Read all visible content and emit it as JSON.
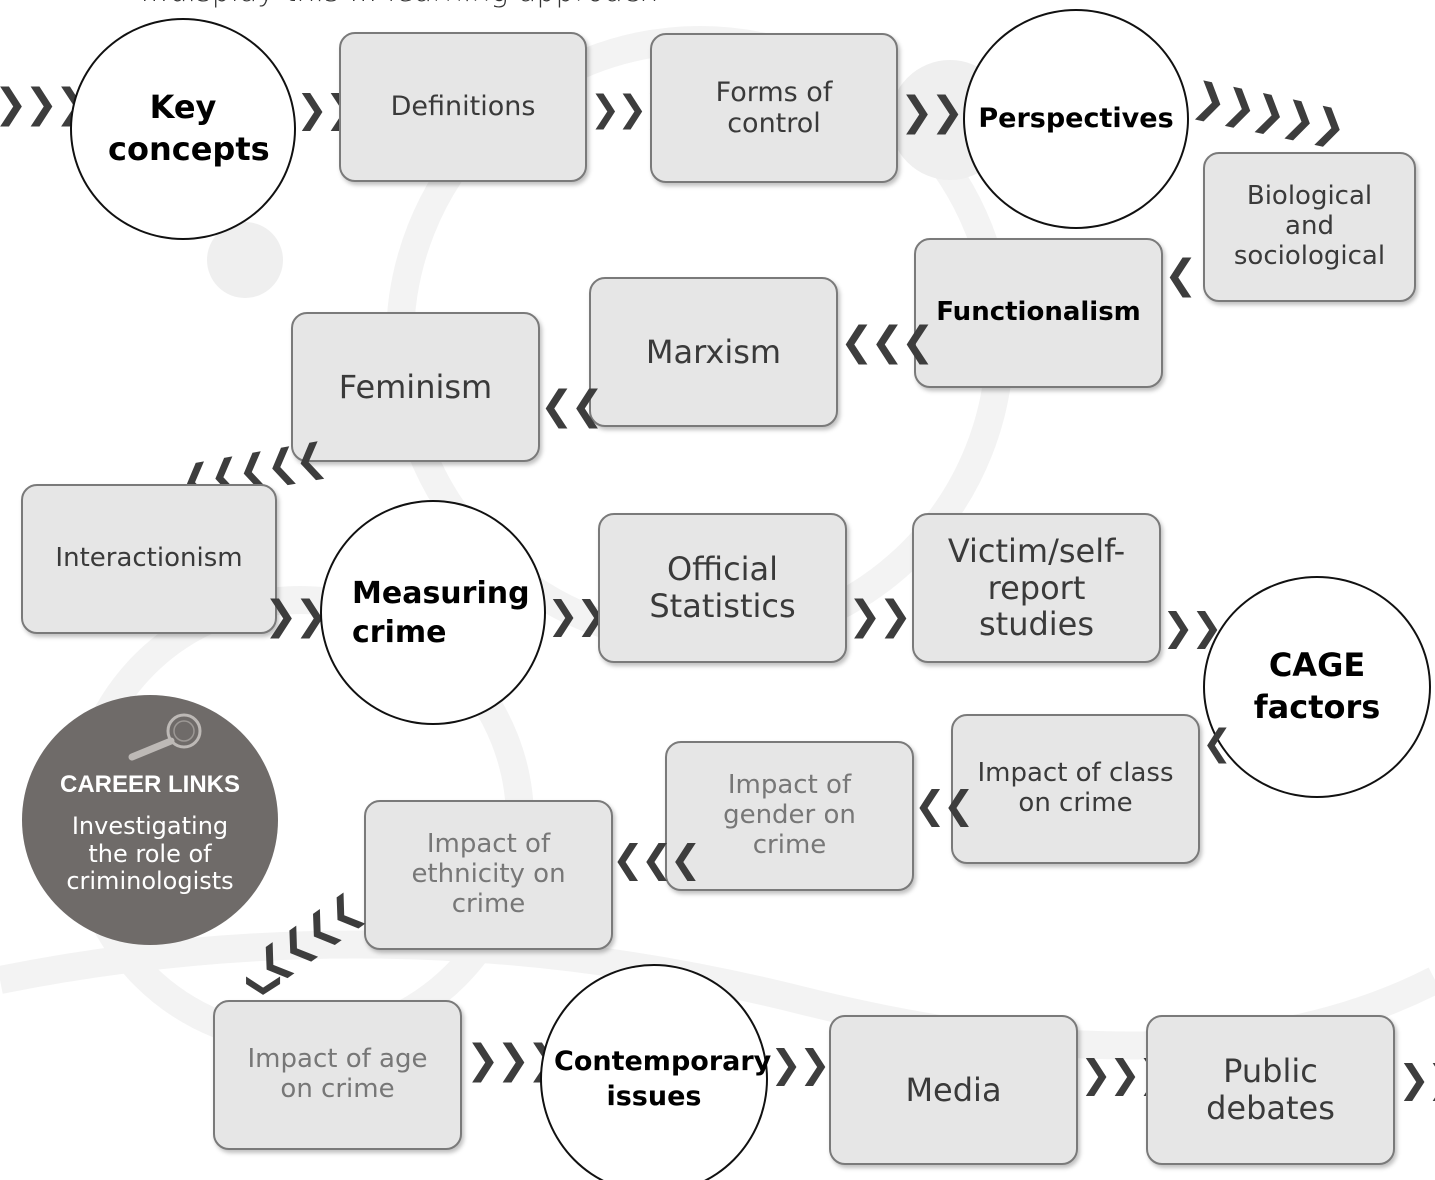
{
  "header": {
    "text": "...display this ... learning approach"
  },
  "circles": {
    "key_concepts": "Key concepts",
    "perspectives": "Perspectives",
    "measuring_crime": "Measuring crime",
    "cage_factors": "CAGE factors",
    "contemporary_issues": "Contemporary issues"
  },
  "boxes": {
    "definitions": "Definitions",
    "forms_of_control": "Forms of control",
    "biological": "Biological and sociological",
    "functionalism": "Functionalism",
    "marxism": "Marxism",
    "feminism": "Feminism",
    "interactionism": "Interactionism",
    "official_statistics": "Official Statistics",
    "victim_self_report": "Victim/self-report studies",
    "class": "Impact of class on crime",
    "gender": "Impact of gender on crime",
    "ethnicity": "Impact of ethnicity on crime",
    "age": "Impact of age on crime",
    "media": "Media",
    "public_debates": "Public debates"
  },
  "career": {
    "title": "CAREER LINKS",
    "subtitle": "Investigating the role of criminologists",
    "icon": "magnifying-glass-icon"
  },
  "arrows": {
    "forward": "❯",
    "backward": "❮"
  },
  "colors": {
    "box_fill": "#e6e6e6",
    "box_border": "#7a7a7a",
    "career_fill": "#6f6b69",
    "arrow": "#3d3d3d"
  }
}
